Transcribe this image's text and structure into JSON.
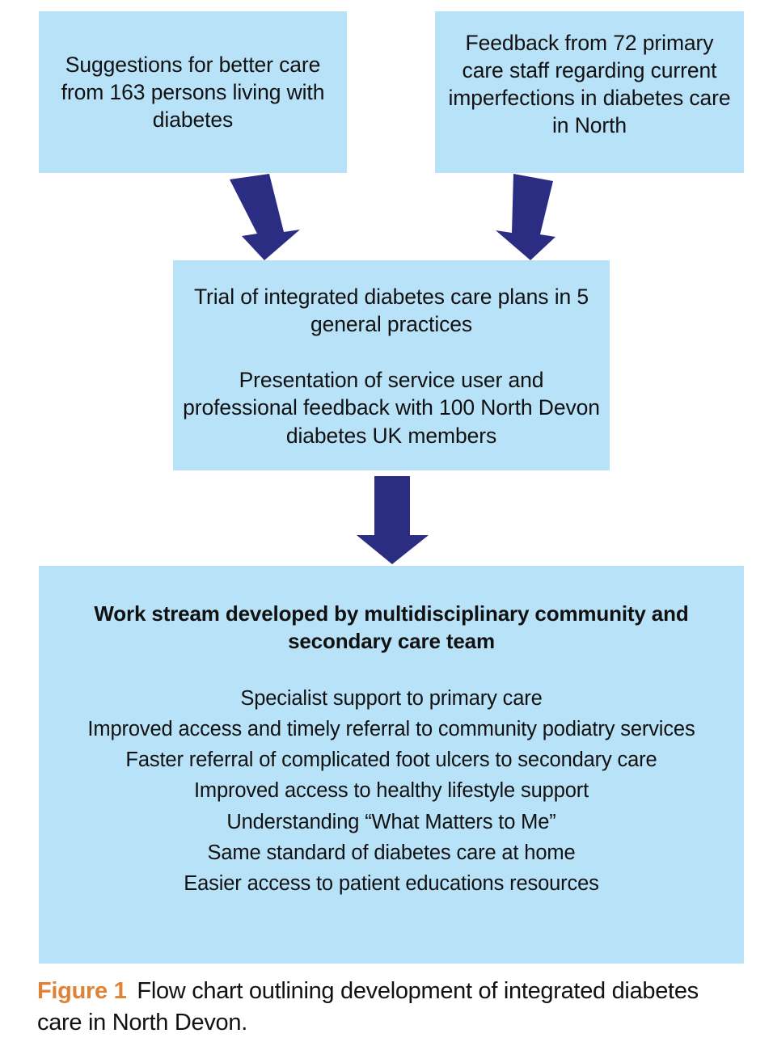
{
  "figure": {
    "label": "Figure 1",
    "caption": "Flow chart outlining development of integrated diabetes care in North Devon.",
    "colors": {
      "box_fill": "#b8e2f8",
      "arrow_fill": "#2a2d82",
      "figure_label": "#e08236",
      "text": "#111111",
      "background": "#ffffff"
    }
  },
  "flowchart": {
    "nodes": {
      "suggestions": {
        "text": "Suggestions for better care from 163 persons living with diabetes"
      },
      "feedback": {
        "text": "Feedback from 72 primary care staff regarding current imperfections in diabetes care in North"
      },
      "trial": {
        "paragraph_1": "Trial of integrated diabetes care plans in 5 general practices",
        "paragraph_2": "Presentation of service user and professional feedback with 100 North Devon diabetes UK members"
      },
      "workstream": {
        "heading": "Work stream developed by multidisciplinary community and secondary care team",
        "items": [
          "Specialist support to primary care",
          "Improved access and timely referral to community podiatry services",
          "Faster referral of complicated foot ulcers to secondary care",
          "Improved access to healthy lifestyle support",
          "Understanding “What Matters to Me”",
          "Same standard of diabetes care at home",
          "Easier access to patient educations resources"
        ]
      }
    },
    "arrows": [
      {
        "name": "arrow-suggestions-to-trial",
        "direction": "down-right"
      },
      {
        "name": "arrow-feedback-to-trial",
        "direction": "down-left"
      },
      {
        "name": "arrow-trial-to-workstream",
        "direction": "down"
      }
    ]
  }
}
